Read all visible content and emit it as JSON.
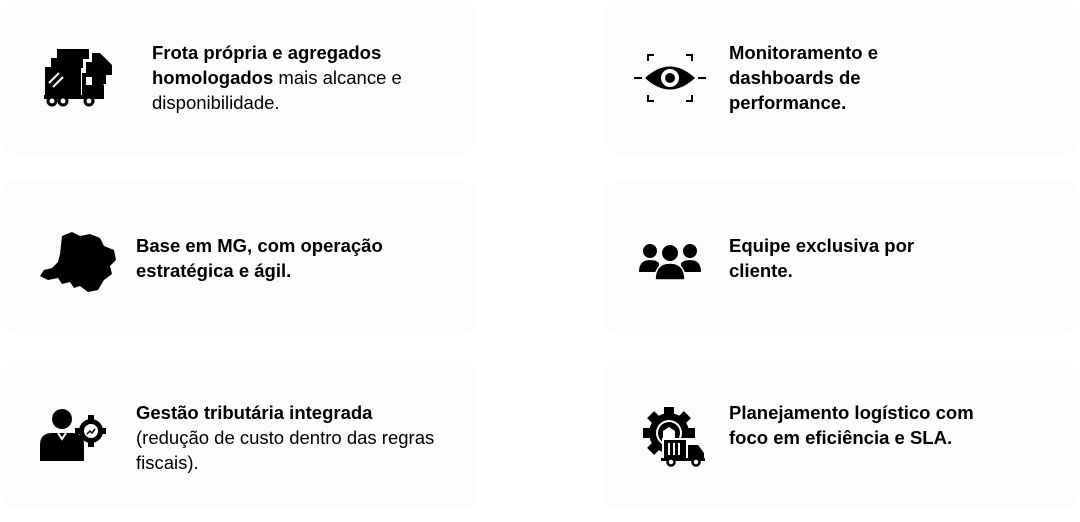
{
  "features": [
    {
      "bold": "Frota própria e agregados homologados",
      "regular": " mais alcance e disponibilidade.",
      "icon": "trucks-fleet-icon"
    },
    {
      "bold": "Monitoramento e dashboards de performance.",
      "regular": "",
      "icon": "eye-monitor-icon"
    },
    {
      "bold": "Base em MG, com operação estratégica e ágil.",
      "regular": "",
      "icon": "minas-gerais-map-icon"
    },
    {
      "bold": "Equipe exclusiva por cliente.",
      "regular": "",
      "icon": "team-icon"
    },
    {
      "bold": "Gestão tributária integrada",
      "regular": "(redução de custo dentro das regras fiscais).",
      "icon": "tax-manager-icon"
    },
    {
      "bold": "Planejamento logístico com foco em eficiência e SLA.",
      "regular": "",
      "icon": "logistics-gear-icon"
    }
  ]
}
